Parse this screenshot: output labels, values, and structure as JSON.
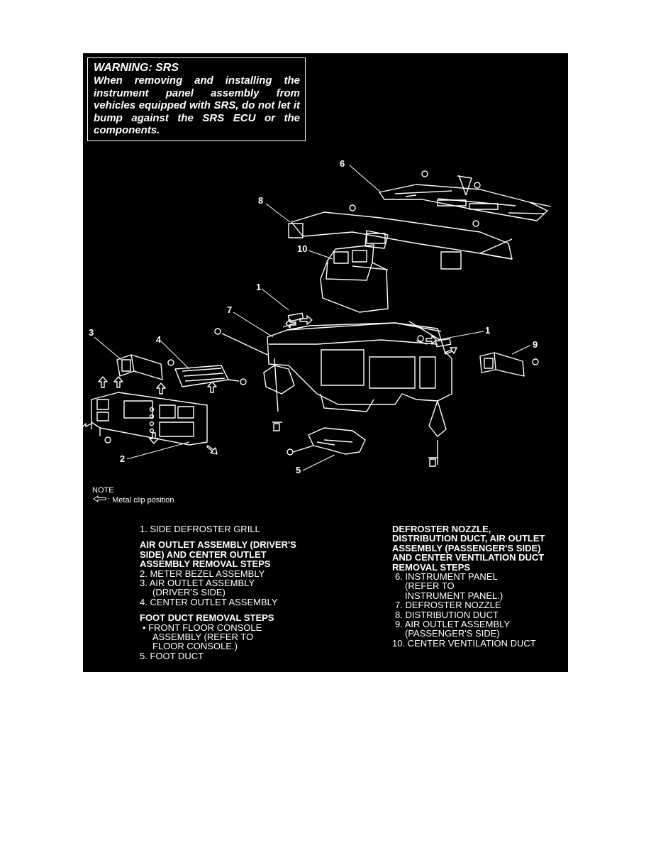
{
  "warning": {
    "title": "WARNING: SRS",
    "body": "When removing and installing the instrument panel assembly from vehicles equipped with SRS, do not let it bump against the SRS ECU or the components."
  },
  "callouts": [
    "1",
    "1",
    "2",
    "3",
    "4",
    "5",
    "6",
    "7",
    "8",
    "9",
    "10"
  ],
  "note": {
    "heading": "NOTE",
    "clip_text": ": Metal clip position"
  },
  "legend_left": {
    "item1": "1. SIDE DEFROSTER GRILL",
    "group1_heading": [
      "AIR OUTLET ASSEMBLY (DRIVER'S",
      "SIDE) AND CENTER OUTLET",
      "ASSEMBLY REMOVAL STEPS"
    ],
    "group1_items": [
      "2. METER BEZEL ASSEMBLY",
      "3. AIR OUTLET ASSEMBLY",
      "(DRIVER'S SIDE)",
      "4. CENTER OUTLET ASSEMBLY"
    ],
    "group2_heading": "FOOT DUCT REMOVAL STEPS",
    "group2_items": [
      "• FRONT FLOOR CONSOLE",
      "ASSEMBLY (REFER TO",
      "FLOOR CONSOLE.)",
      "5. FOOT DUCT"
    ]
  },
  "legend_right": {
    "heading": [
      "DEFROSTER NOZZLE,",
      "DISTRIBUTION DUCT, AIR OUTLET",
      "ASSEMBLY (PASSENGER'S SIDE)",
      "AND CENTER VENTILATION DUCT",
      "REMOVAL STEPS"
    ],
    "items": [
      "6. INSTRUMENT PANEL",
      "(REFER TO",
      "INSTRUMENT PANEL.)",
      "7. DEFROSTER NOZZLE",
      "8. DISTRIBUTION DUCT",
      "9. AIR OUTLET ASSEMBLY",
      "(PASSENGER'S SIDE)",
      "10. CENTER VENTILATION DUCT"
    ]
  }
}
